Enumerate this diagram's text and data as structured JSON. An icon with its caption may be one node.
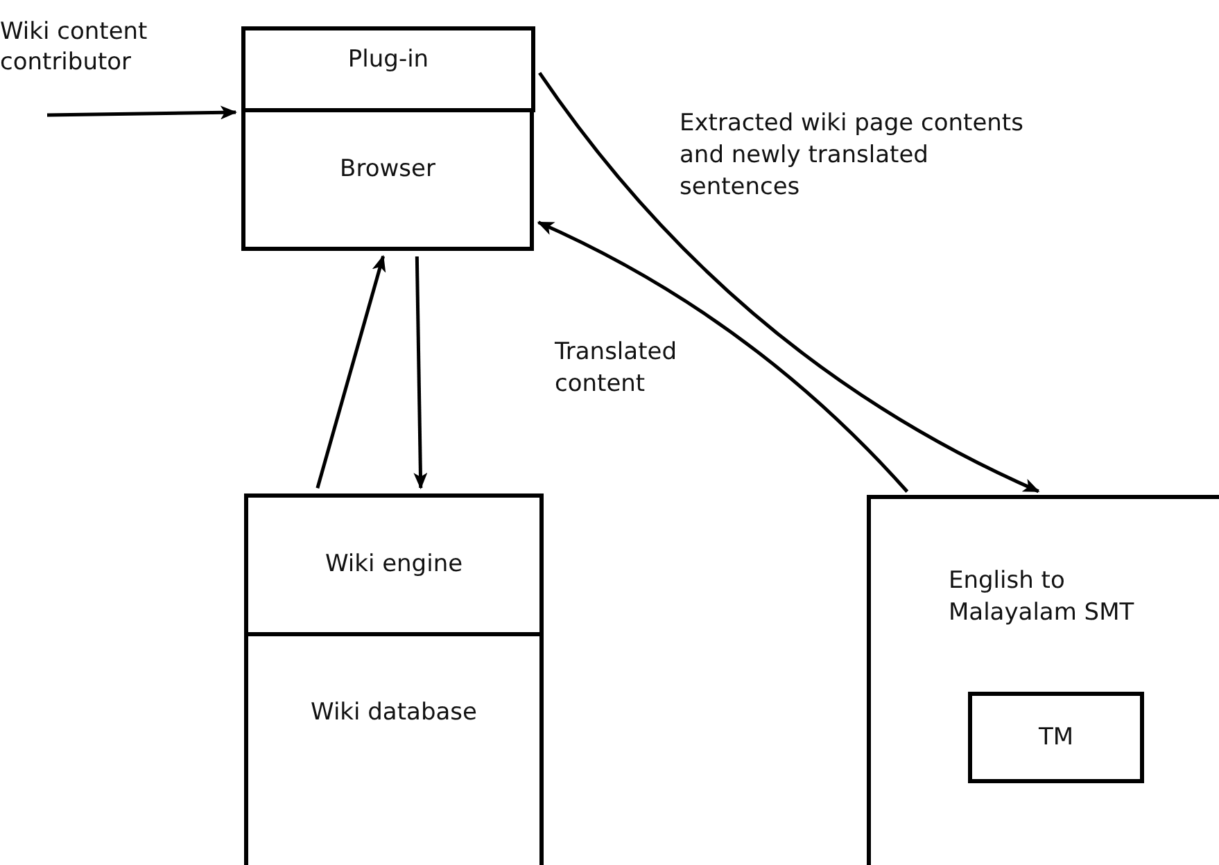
{
  "diagram": {
    "nodes": [
      {
        "text": [
          "Wiki content contributor"
        ]
      },
      {
        "text": [
          "Plug-in"
        ]
      },
      {
        "text": [
          "Browser"
        ]
      },
      {
        "text": [
          "Wiki engine"
        ]
      },
      {
        "text": [
          "Wiki database"
        ]
      },
      {
        "text": [
          "English to Malayalam SMT"
        ]
      },
      {
        "text": [
          "TM"
        ],
        "in": 5
      }
    ],
    "edges": [
      {
        "from": 0,
        "to": 1,
        "arrow": "to"
      },
      {
        "from": 1,
        "to": 5,
        "arrow": "to",
        "label": "Extracted wiki page contents and newly translated sentences"
      },
      {
        "from": 5,
        "to": 2,
        "arrow": "to",
        "label": "Translated content"
      },
      {
        "from": 3,
        "to": 2,
        "arrow": "to"
      },
      {
        "from": 2,
        "to": 3,
        "arrow": "to"
      }
    ]
  }
}
